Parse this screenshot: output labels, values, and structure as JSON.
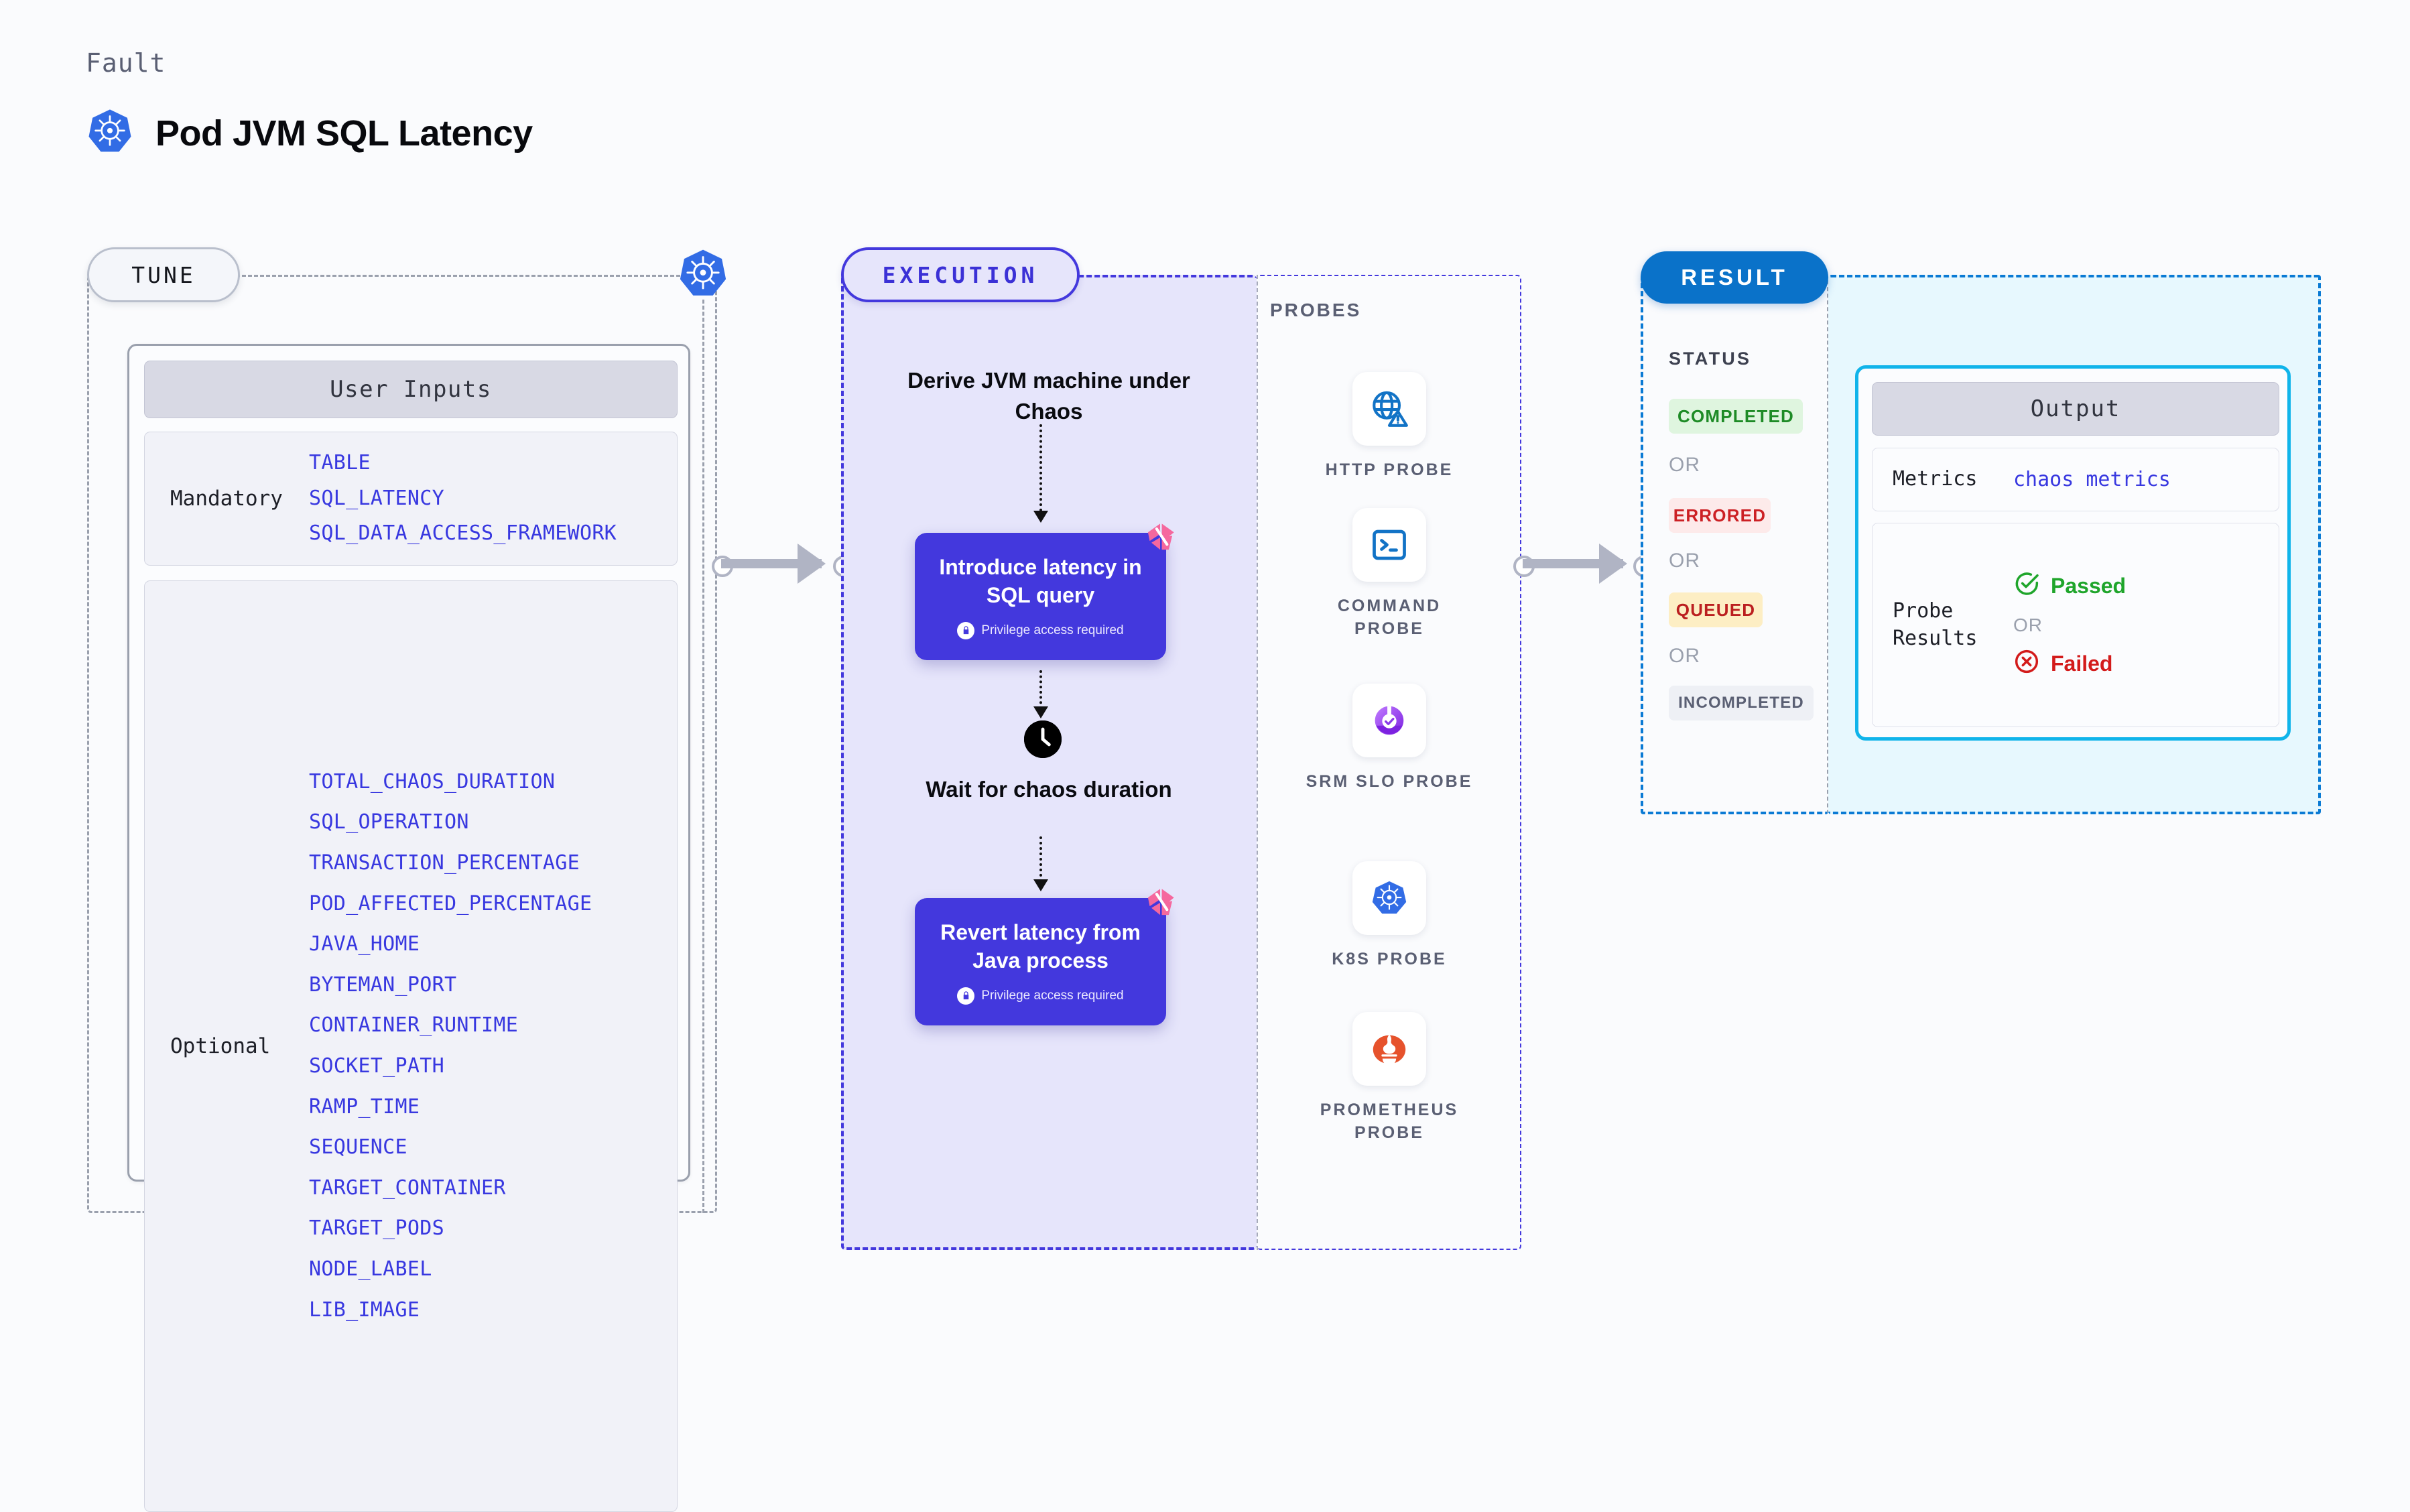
{
  "header": {
    "kicker": "Fault",
    "title": "Pod JVM SQL Latency",
    "icon": "kubernetes-icon"
  },
  "tune": {
    "pill_label": "TUNE",
    "badge_icon": "kubernetes-icon",
    "card_header": "User Inputs",
    "groups": [
      {
        "label": "Mandatory",
        "params": [
          "TABLE",
          "SQL_LATENCY",
          "SQL_DATA_ACCESS_FRAMEWORK"
        ]
      },
      {
        "label": "Optional",
        "params": [
          "TOTAL_CHAOS_DURATION",
          "SQL_OPERATION",
          "TRANSACTION_PERCENTAGE",
          "POD_AFFECTED_PERCENTAGE",
          "JAVA_HOME",
          "BYTEMAN_PORT",
          "CONTAINER_RUNTIME",
          "SOCKET_PATH",
          "RAMP_TIME",
          "SEQUENCE",
          "TARGET_CONTAINER",
          "TARGET_PODS",
          "NODE_LABEL",
          "LIB_IMAGE"
        ]
      }
    ]
  },
  "execution": {
    "pill_label": "EXECUTION",
    "step_derive": "Derive JVM machine under Chaos",
    "step_introduce": {
      "title": "Introduce latency in SQL query",
      "privilege": "Privilege access required",
      "lock_icon": "lock-icon",
      "corner_icon": "harness-logo-icon"
    },
    "step_wait": "Wait for chaos duration",
    "wait_icon": "clock-icon",
    "step_revert": {
      "title": "Revert latency from Java process",
      "privilege": "Privilege access required",
      "lock_icon": "lock-icon",
      "corner_icon": "harness-logo-icon"
    }
  },
  "probes": {
    "title": "PROBES",
    "items": [
      {
        "label": "HTTP PROBE",
        "icon": "globe-warning-icon"
      },
      {
        "label": "COMMAND PROBE",
        "icon": "terminal-icon"
      },
      {
        "label": "SRM SLO PROBE",
        "icon": "srm-slo-icon"
      },
      {
        "label": "K8S PROBE",
        "icon": "kubernetes-icon"
      },
      {
        "label": "PROMETHEUS PROBE",
        "icon": "prometheus-icon"
      }
    ]
  },
  "result": {
    "pill_label": "RESULT",
    "status_title": "STATUS",
    "or_label": "OR",
    "statuses": [
      {
        "label": "COMPLETED",
        "fg": "#1e8b26",
        "bg": "#dff5df"
      },
      {
        "label": "ERRORED",
        "fg": "#cc2024",
        "bg": "#fdeaea"
      },
      {
        "label": "QUEUED",
        "fg": "#bb1f20",
        "bg": "#fdeec4"
      },
      {
        "label": "INCOMPLETED",
        "fg": "#5a5f73",
        "bg": "#eef0f5"
      }
    ],
    "output": {
      "header": "Output",
      "metrics_label": "Metrics",
      "metrics_value": "chaos metrics",
      "probe_results_label": "Probe Results",
      "passed_label": "Passed",
      "failed_label": "Failed",
      "or_label": "OR",
      "passed_icon": "check-circle-icon",
      "failed_icon": "x-circle-icon"
    }
  },
  "colors": {
    "primary_purple": "#4338dd",
    "param_blue": "#3838e0",
    "result_blue": "#0a72c9",
    "output_cyan": "#10b4ea",
    "harness_pink": "#f5689e",
    "k8s_blue": "#326ce5",
    "prometheus_orange": "#e6522c"
  }
}
